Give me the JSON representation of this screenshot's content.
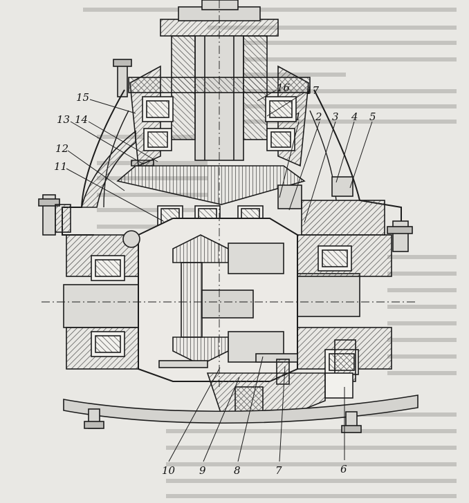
{
  "figure": {
    "callouts": [
      {
        "id": "1",
        "text": "1"
      },
      {
        "id": "2",
        "text": "2"
      },
      {
        "id": "3",
        "text": "3"
      },
      {
        "id": "4",
        "text": "4"
      },
      {
        "id": "5",
        "text": "5"
      },
      {
        "id": "6",
        "text": "6"
      },
      {
        "id": "7",
        "text": "7"
      },
      {
        "id": "8",
        "text": "8"
      },
      {
        "id": "9",
        "text": "9"
      },
      {
        "id": "10",
        "text": "10"
      },
      {
        "id": "11",
        "text": "11"
      },
      {
        "id": "12",
        "text": "12"
      },
      {
        "id": "13",
        "text": "13"
      },
      {
        "id": "14",
        "text": "14"
      },
      {
        "id": "15",
        "text": "15"
      },
      {
        "id": "16",
        "text": "16"
      },
      {
        "id": "17",
        "text": "17"
      }
    ]
  },
  "colors": {
    "paper": "#e9e8e4",
    "ink": "#1c1c1c",
    "hatch": "#4a4a4a",
    "bleed_text": "#b9b8b4"
  }
}
